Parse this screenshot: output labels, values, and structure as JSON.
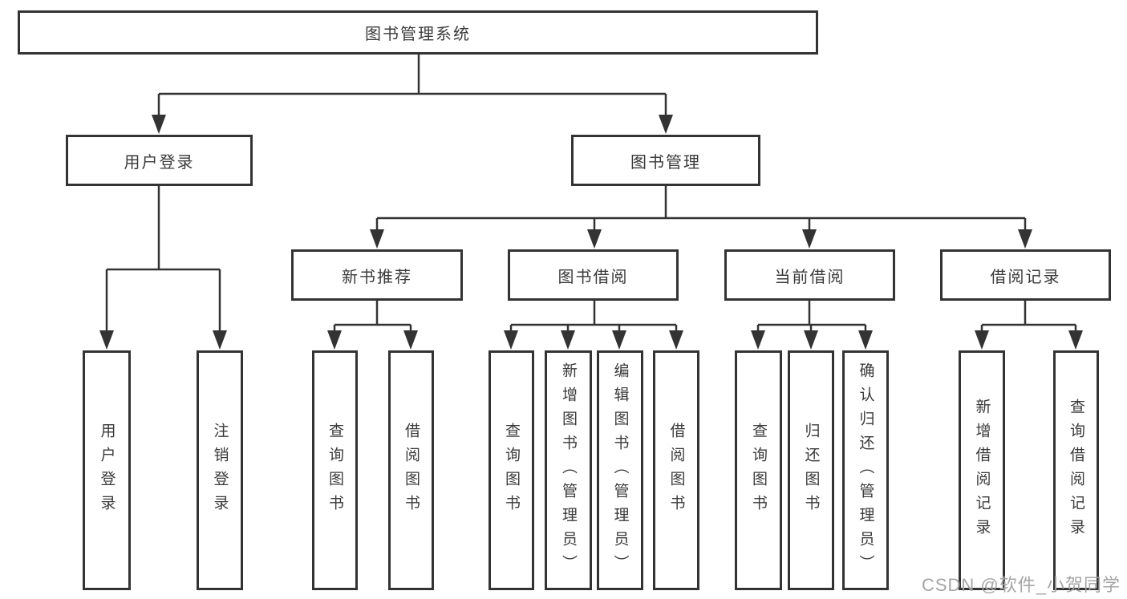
{
  "tree": {
    "label": "图书管理系统",
    "children": [
      {
        "label": "用户登录",
        "children": [
          {
            "label": "用户登录"
          },
          {
            "label": "注销登录"
          }
        ]
      },
      {
        "label": "图书管理",
        "children": [
          {
            "label": "新书推荐",
            "children": [
              {
                "label": "查询图书"
              },
              {
                "label": "借阅图书"
              }
            ]
          },
          {
            "label": "图书借阅",
            "children": [
              {
                "label": "查询图书"
              },
              {
                "label": "新增图书（管理员）"
              },
              {
                "label": "编辑图书（管理员）"
              },
              {
                "label": "借阅图书"
              }
            ]
          },
          {
            "label": "当前借阅",
            "children": [
              {
                "label": "查询图书"
              },
              {
                "label": "归还图书"
              },
              {
                "label": "确认归还（管理员）"
              }
            ]
          },
          {
            "label": "借阅记录",
            "children": [
              {
                "label": "新增借阅记录"
              },
              {
                "label": "查询借阅记录"
              }
            ]
          }
        ]
      }
    ]
  },
  "watermark": {
    "text": "CSDN @软件_小贺同学"
  },
  "colors": {
    "line": "#333333",
    "text": "#3a3a3a",
    "watermark": "#a5a5a7",
    "background": "#ffffff"
  }
}
